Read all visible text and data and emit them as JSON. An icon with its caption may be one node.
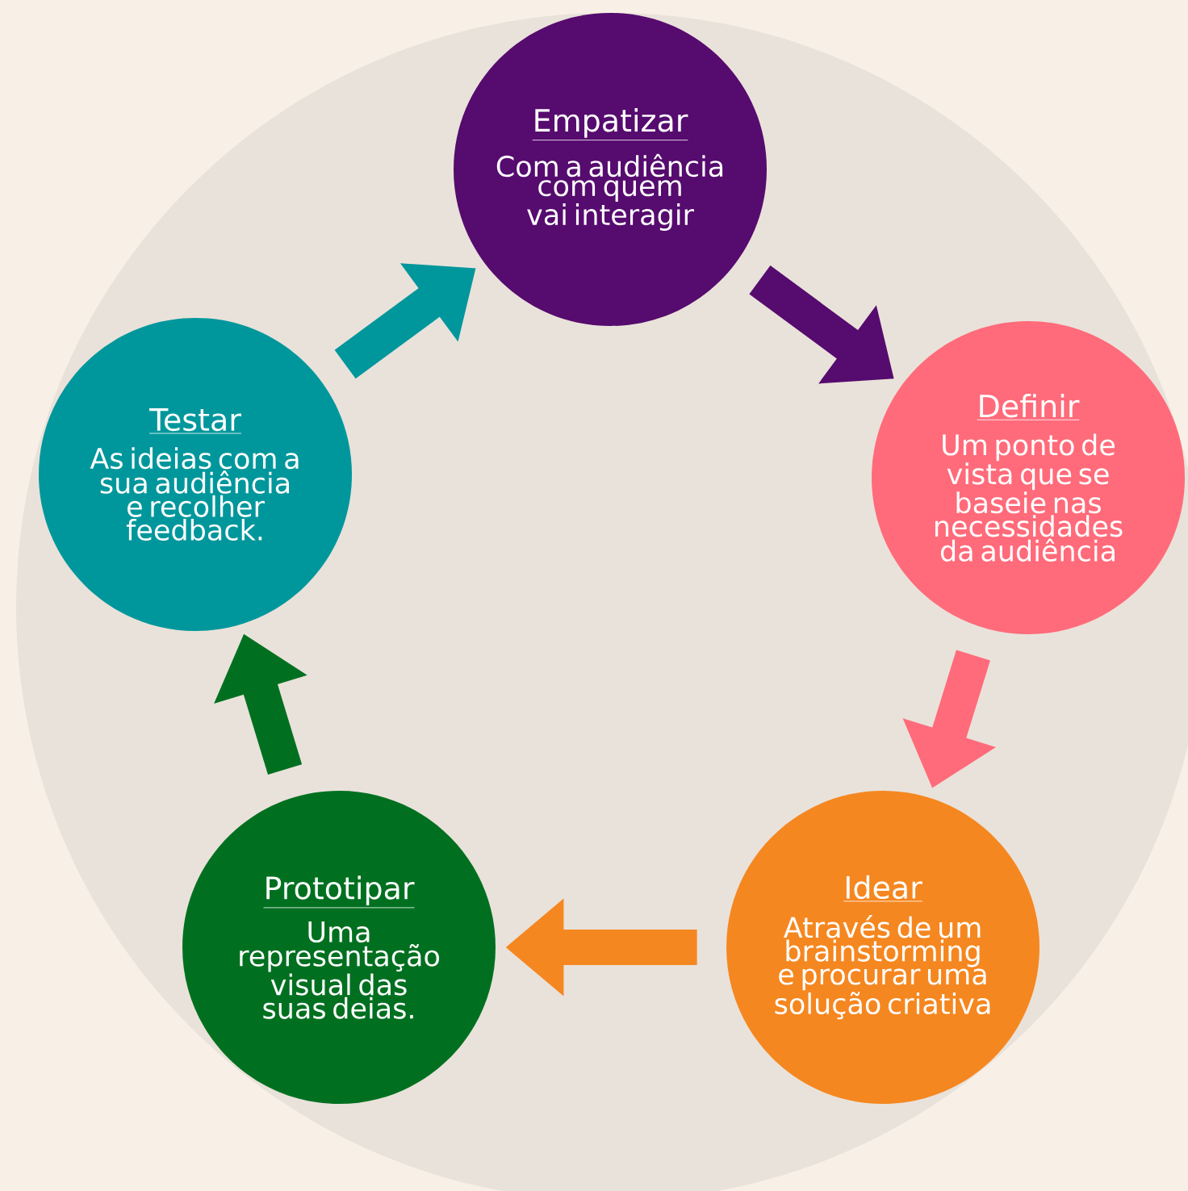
{
  "diagram": {
    "nodes": [
      {
        "text": [
          "Empatizar",
          "Com a audiência com quem vai interagir"
        ]
      },
      {
        "text": [
          "Definir",
          "Um ponto de vista que se baseie nas necessidades da audiência"
        ]
      },
      {
        "text": [
          "Idear",
          "Através de um brainstorming e procurar uma solução criativa"
        ]
      },
      {
        "text": [
          "Prototipar",
          "Uma representação visual das suas deias."
        ]
      },
      {
        "text": [
          "Testar",
          "As ideias com a sua audiência e recolher feedback."
        ]
      }
    ],
    "edges": [
      {
        "from": 0,
        "to": 1,
        "arrow": "to",
        "color": "#560b6e"
      },
      {
        "from": 1,
        "to": 2,
        "arrow": "to",
        "color": "#ff6b7a"
      },
      {
        "from": 2,
        "to": 3,
        "arrow": "to",
        "color": "#f58720"
      },
      {
        "from": 3,
        "to": 4,
        "arrow": "to",
        "color": "#007020"
      },
      {
        "from": 4,
        "to": 0,
        "arrow": "to",
        "color": "#00979c"
      }
    ]
  }
}
